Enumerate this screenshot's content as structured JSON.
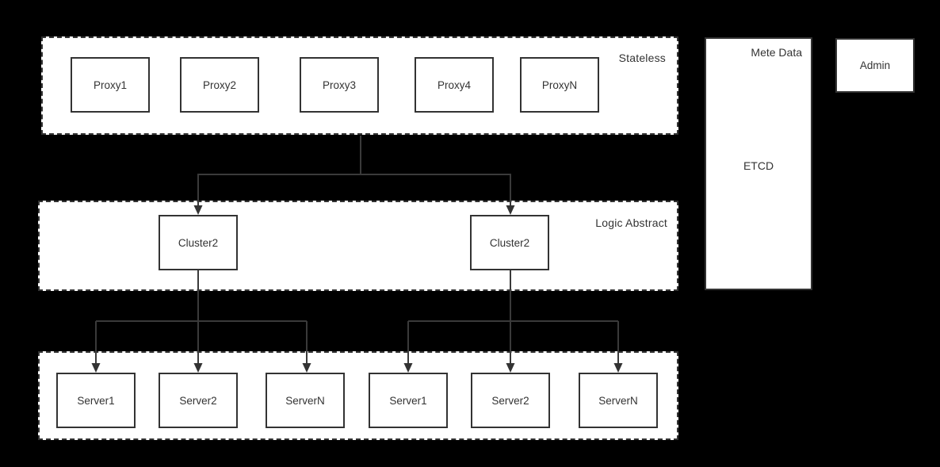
{
  "diagram": {
    "stateless_group": {
      "label": "Stateless",
      "nodes": [
        {
          "label": "Proxy1"
        },
        {
          "label": "Proxy2"
        },
        {
          "label": "Proxy3"
        },
        {
          "label": "Proxy4"
        },
        {
          "label": "ProxyN"
        }
      ]
    },
    "logic_group": {
      "label": "Logic Abstract",
      "nodes": [
        {
          "label": "Cluster2"
        },
        {
          "label": "Cluster2"
        }
      ]
    },
    "server_group": {
      "nodes": [
        {
          "label": "Server1"
        },
        {
          "label": "Server2"
        },
        {
          "label": "ServerN"
        },
        {
          "label": "Server1"
        },
        {
          "label": "Server2"
        },
        {
          "label": "ServerN"
        }
      ]
    },
    "meta_data_box": {
      "label": "Mete Data",
      "content": "ETCD"
    },
    "admin_box": {
      "label": "Admin"
    },
    "colors": {
      "background": "#000000",
      "container_fill": "#ffffff",
      "border": "#333333",
      "line": "#3a3a3a",
      "text": "#333333"
    }
  }
}
